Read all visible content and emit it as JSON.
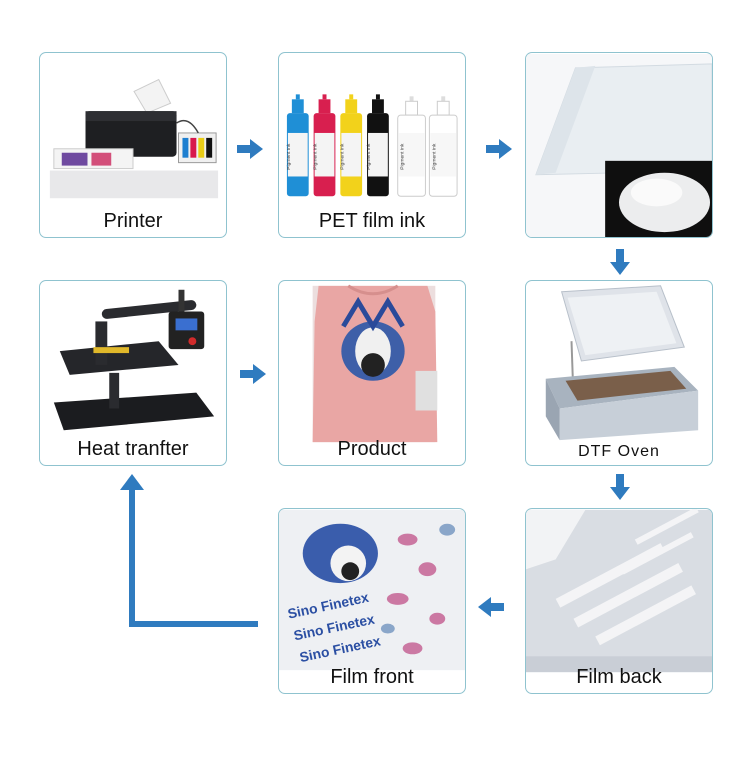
{
  "steps": {
    "printer": {
      "label": "Printer"
    },
    "ink": {
      "label": "PET film ink",
      "bottle_text": "Pigment Ink"
    },
    "powder": {
      "label": ""
    },
    "oven": {
      "label": "DTF Oven"
    },
    "film_back": {
      "label": "Film back"
    },
    "film_front": {
      "label": "Film front",
      "print_text": "Sino Finetex"
    },
    "heat": {
      "label": "Heat tranfter"
    },
    "product": {
      "label": "Product"
    }
  },
  "colors": {
    "arrow": "#2f7bbf",
    "border": "#8fc3cf",
    "ink_bottles": [
      "#1f8fd6",
      "#d81f4f",
      "#f2d21b",
      "#111111",
      "#ffffff",
      "#ffffff"
    ]
  }
}
